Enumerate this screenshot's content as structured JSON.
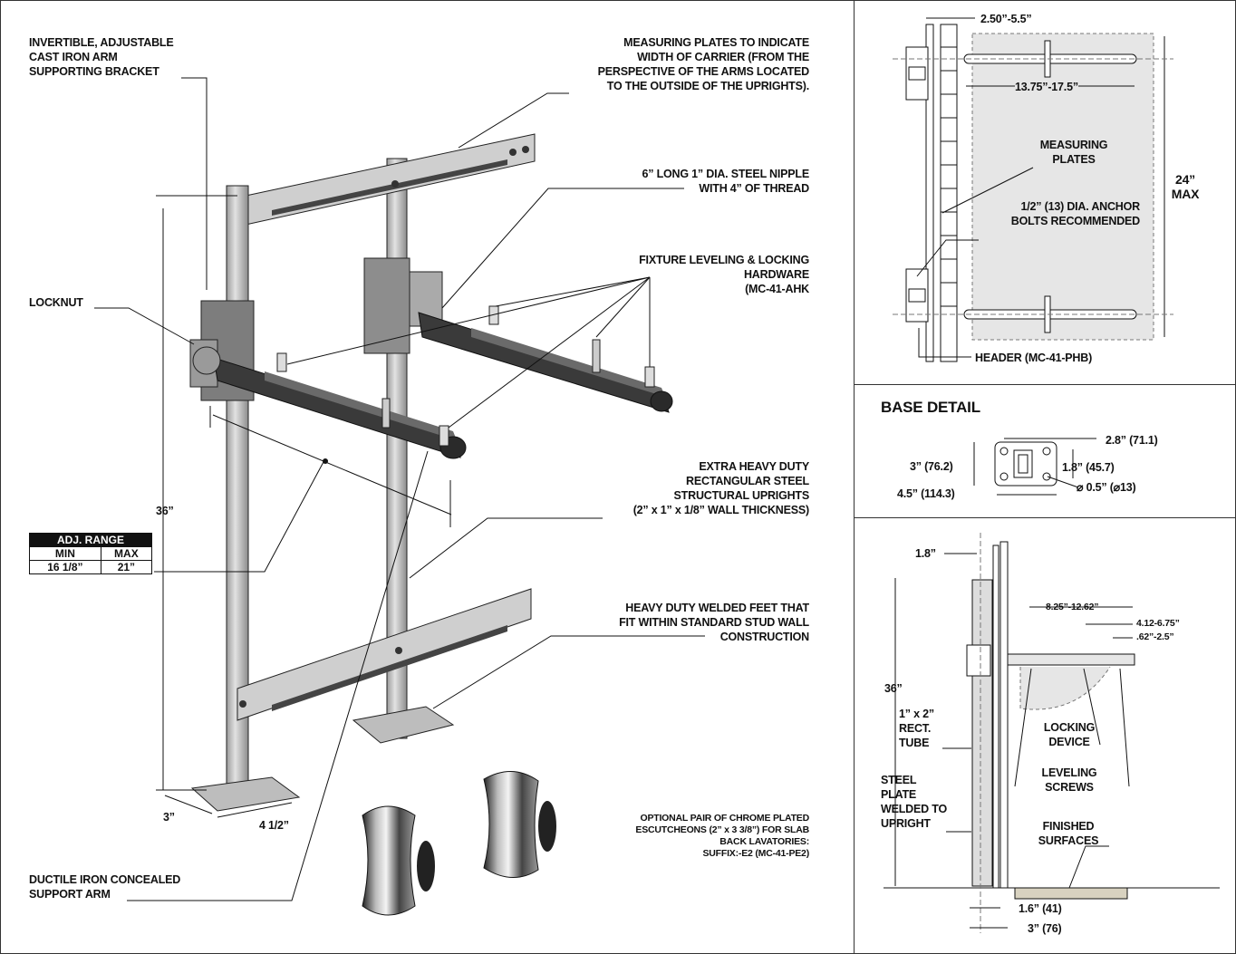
{
  "main": {
    "invertible": "INVERTIBLE, ADJUSTABLE\nCAST IRON ARM\nSUPPORTING BRACKET",
    "measuring_plates": "MEASURING PLATES TO INDICATE\nWIDTH OF CARRIER (FROM THE\nPERSPECTIVE OF THE ARMS LOCATED\nTO THE OUTSIDE OF THE UPRIGHTS).",
    "nipple": "6” LONG 1” DIA. STEEL NIPPLE\nWITH 4” OF THREAD",
    "hardware": "FIXTURE LEVELING & LOCKING\nHARDWARE\n(MC-41-AHK",
    "locknut": "LOCKNUT",
    "uprights": "EXTRA HEAVY DUTY\nRECTANGULAR STEEL\nSTRUCTURAL UPRIGHTS\n(2” x 1” x 1/8” WALL THICKNESS)",
    "height": "36”",
    "feet": "HEAVY DUTY WELDED FEET THAT\nFIT WITHIN STANDARD STUD WALL\nCONSTRUCTION",
    "foot_depth": "3”",
    "foot_width": "4 1/2”",
    "escutcheons": "OPTIONAL PAIR OF CHROME PLATED\nESCUTCHEONS (2” x 3  3/8”) FOR SLAB\nBACK LAVATORIES:\nSUFFIX:-E2 (MC-41-PE2)",
    "support_arm": "DUCTILE IRON CONCEALED\nSUPPORT ARM",
    "adj_range": {
      "title": "ADJ. RANGE",
      "min_label": "MIN",
      "max_label": "MAX",
      "min": "16 1/8”",
      "max": "21”"
    }
  },
  "top_view": {
    "dim_top": "2.50”-5.5”",
    "dim_width": "13.75”-17.5”",
    "measuring": "MEASURING\nPLATES",
    "height": "24”\nMAX",
    "anchor": "1/2” (13) DIA. ANCHOR\nBOLTS RECOMMENDED",
    "header": "HEADER (MC-41-PHB)"
  },
  "base_detail": {
    "title": "BASE DETAIL",
    "d1": "2.8” (71.1)",
    "d2": "3” (76.2)",
    "d3": "1.8” (45.7)",
    "d4": "4.5” (114.3)",
    "d5": "⌀ 0.5” (⌀13)"
  },
  "side_view": {
    "d18": "1.8”",
    "d825": "8.25”-12.62”",
    "d412": "4.12-6.75”",
    "d62": ".62”-2.5”",
    "d36": "36”",
    "tube": "1” x 2”\nRECT.\nTUBE",
    "locking": "LOCKING\nDEVICE",
    "leveling": "LEVELING\nSCREWS",
    "steel": "STEEL\nPLATE\nWELDED TO\nUPRIGHT",
    "finished": "FINISHED\nSURFACES",
    "d16": "1.6” (41)",
    "d3": "3” (76)"
  },
  "colors": {
    "line": "#111111",
    "steel": "#c9c9c9",
    "steel_dark": "#8a8a8a",
    "iron": "#3a3a3a",
    "shade": "#e6e6e6"
  }
}
